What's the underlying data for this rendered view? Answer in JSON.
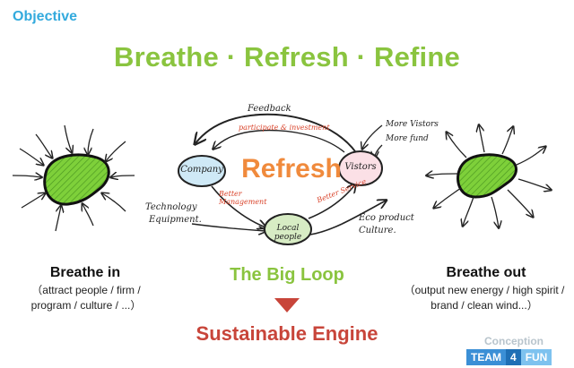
{
  "header": {
    "objective": "Objective",
    "title": "Breathe · Refresh · Refine"
  },
  "center": {
    "refresh": "Refresh",
    "big_loop": "The Big Loop",
    "engine": "Sustainable Engine",
    "nodes": {
      "company": "Company",
      "visitors": "Vistors",
      "local": "Local people"
    },
    "annotations": {
      "feedback": "Feedback",
      "participate": "participate & investment",
      "more_visitors": "More Vistors",
      "more_fund": "More fund",
      "technology": "Technology",
      "equipment": "Equipment.",
      "better_management": "Better Management",
      "better_service": "Better Service",
      "eco_product": "Eco product",
      "culture": "Culture."
    }
  },
  "left": {
    "title": "Breathe in",
    "desc1": "（attract people / firm /",
    "desc2": "program / culture / ...）"
  },
  "right": {
    "title": "Breathe out",
    "desc1": "（output new energy / high spirit /",
    "desc2": "brand / clean wind...）"
  },
  "brand": {
    "conception": "Conception",
    "team": "TEAM",
    "num": "4",
    "fun": "FUN"
  },
  "colors": {
    "accent_green": "#8ac43f",
    "accent_orange": "#f08a3c",
    "accent_red": "#c8453a",
    "accent_blue": "#33aadd"
  }
}
